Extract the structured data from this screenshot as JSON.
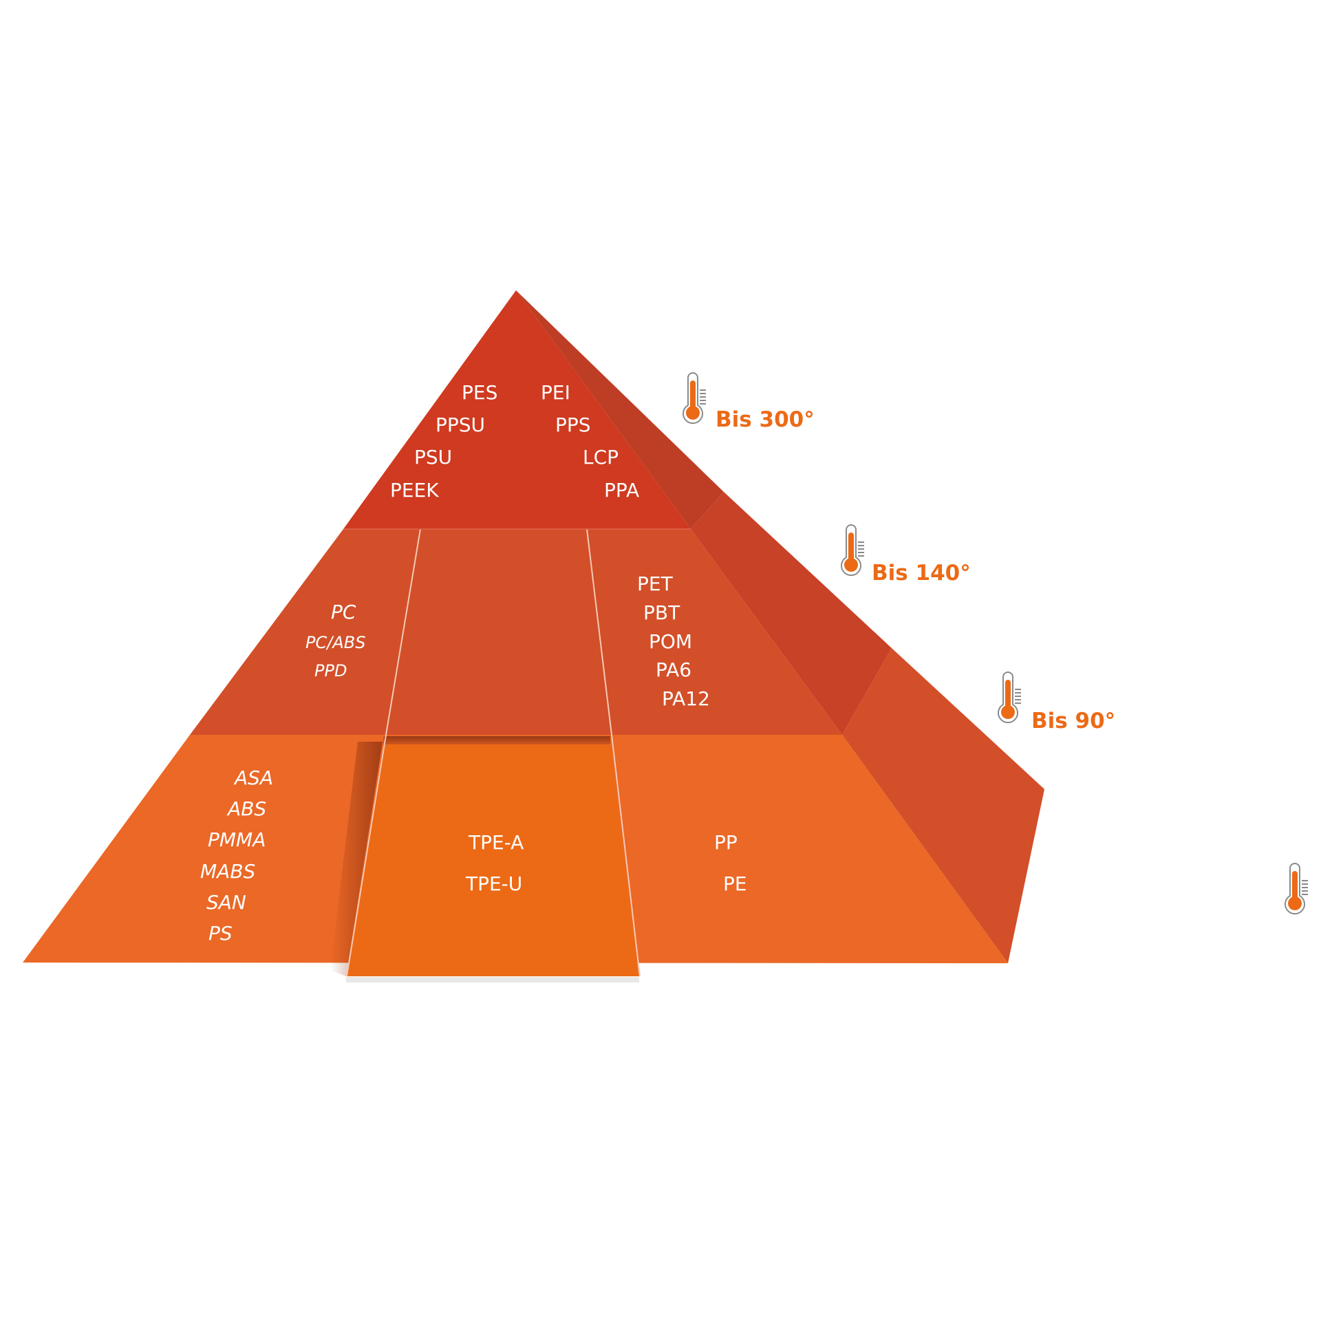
{
  "colors": {
    "tier_top": "#CF3A20",
    "tier_top_side": "#BE3E25",
    "tier_middle": "#D24F29",
    "tier_middle_side": "#C84227",
    "tier_bottom": "#EB6826",
    "tier_bottom_side": "#D24F29",
    "tpe_panel": "#EC6A16",
    "temperature_text": "#EC6A16",
    "thermometer_fill": "#EC6A16",
    "thermometer_outline": "#8A8A8A",
    "material_text": "#FFFFFF"
  },
  "tiers": {
    "top": {
      "temperature": "Bis 300°",
      "left_materials": [
        "PES",
        "PPSU",
        "PSU",
        "PEEK"
      ],
      "right_materials": [
        "PEI",
        "PPS",
        "LCP",
        "PPA"
      ]
    },
    "middle": {
      "temperature": "Bis 140°",
      "left_materials": [
        "PC",
        "PC/ABS",
        "PPD"
      ],
      "right_materials": [
        "PET",
        "PBT",
        "POM",
        "PA6",
        "PA12"
      ]
    },
    "bottom": {
      "temperature": "Bis 90°",
      "left_materials": [
        "ASA",
        "ABS",
        "PMMA",
        "MABS",
        "SAN",
        "PS"
      ],
      "center_materials": [
        "TPE-A",
        "TPE-U"
      ],
      "right_materials": [
        "PP",
        "PE"
      ]
    }
  },
  "icons": {
    "thermometer": "thermometer-icon"
  }
}
